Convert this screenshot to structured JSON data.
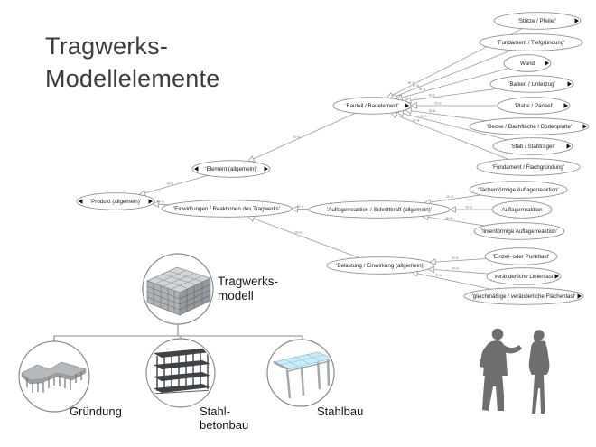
{
  "title": "Tragwerks-\nModellelemente",
  "graph": {
    "edge_label": "is-a",
    "nodes": [
      {
        "id": "produkt",
        "label": "'Produkt (allgemein)'",
        "expanders": "both"
      },
      {
        "id": "element",
        "label": "'Element (allgemein)'",
        "expanders": "both"
      },
      {
        "id": "bauteil",
        "label": "'Bauteil / Bauelement'",
        "expanders": "right"
      },
      {
        "id": "einwirkungen",
        "label": "'Einwirkungen / Reaktionen des Tragwerks'",
        "expanders": "none"
      },
      {
        "id": "auflager_allg",
        "label": "'Auflagerreaktion / Schnittkraft (allgemein)'",
        "expanders": "none"
      },
      {
        "id": "belastung",
        "label": "'Belastung / Einwirkung (allgemein)'",
        "expanders": "none"
      },
      {
        "id": "stuetze",
        "label": "'Stütze / Pfeiler'",
        "expanders": "right"
      },
      {
        "id": "tiefgruendung",
        "label": "'Fundament / Tiefgründung'",
        "expanders": "none"
      },
      {
        "id": "wand",
        "label": "Wand",
        "expanders": "right"
      },
      {
        "id": "balken",
        "label": "'Balken / Unterzug'",
        "expanders": "right"
      },
      {
        "id": "platte",
        "label": "'Platte / Paneel'",
        "expanders": "right"
      },
      {
        "id": "decke",
        "label": "'Decke / Dachfläche / Bodenplatte'",
        "expanders": "right"
      },
      {
        "id": "stab",
        "label": "'Stab / Stabträger'",
        "expanders": "right"
      },
      {
        "id": "flachgruendung",
        "label": "'Fundament / Flachgründung'",
        "expanders": "none"
      },
      {
        "id": "flaech_auflager",
        "label": "'flächenförmige Auflagerreaktion'",
        "expanders": "none"
      },
      {
        "id": "auflagerreaktion",
        "label": "Auflagerreaktion",
        "expanders": "none"
      },
      {
        "id": "linien_auflager",
        "label": "'linienförmige Auflagerreaktion'",
        "expanders": "none"
      },
      {
        "id": "punktlast",
        "label": "'Einzel- oder Punktlast'",
        "expanders": "none"
      },
      {
        "id": "linienlast",
        "label": "'veränderliche Linienlast'",
        "expanders": "right"
      },
      {
        "id": "flaechenlast",
        "label": "'gleichmäßige / veränderliche Flächenlast'",
        "expanders": "right"
      }
    ],
    "edges": [
      {
        "from": "bauteil",
        "to": "element"
      },
      {
        "from": "element",
        "to": "produkt"
      },
      {
        "from": "einwirkungen",
        "to": "produkt"
      },
      {
        "from": "auflager_allg",
        "to": "einwirkungen"
      },
      {
        "from": "belastung",
        "to": "einwirkungen"
      },
      {
        "from": "stuetze",
        "to": "bauteil"
      },
      {
        "from": "tiefgruendung",
        "to": "bauteil"
      },
      {
        "from": "wand",
        "to": "bauteil"
      },
      {
        "from": "balken",
        "to": "bauteil"
      },
      {
        "from": "platte",
        "to": "bauteil"
      },
      {
        "from": "decke",
        "to": "bauteil"
      },
      {
        "from": "stab",
        "to": "bauteil"
      },
      {
        "from": "flachgruendung",
        "to": "bauteil"
      },
      {
        "from": "flaech_auflager",
        "to": "auflager_allg"
      },
      {
        "from": "auflagerreaktion",
        "to": "auflager_allg"
      },
      {
        "from": "linien_auflager",
        "to": "auflager_allg"
      },
      {
        "from": "punktlast",
        "to": "belastung"
      },
      {
        "from": "linienlast",
        "to": "belastung"
      },
      {
        "from": "flaechenlast",
        "to": "belastung"
      }
    ]
  },
  "model_tree": {
    "root_label": "Tragwerks-\nmodell",
    "children": [
      {
        "label": "Gründung"
      },
      {
        "label": "Stahl-\nbetonbau"
      },
      {
        "label": "Stahlbau"
      }
    ]
  },
  "icons": {
    "root_image": "steel-frame-building-model",
    "child_images": [
      "pile-foundation-model",
      "reinforced-concrete-frame-model",
      "steel-canopy-model"
    ],
    "people": "two-people-discussing-silhouette"
  },
  "colors": {
    "node_stroke": "#8f8f8f",
    "edge": "#9a9a9a",
    "text": "#1c1c1c",
    "title": "#3d3d3d",
    "silhouette": "#6e6e6e",
    "glass_roof": "#cdeaf7"
  }
}
